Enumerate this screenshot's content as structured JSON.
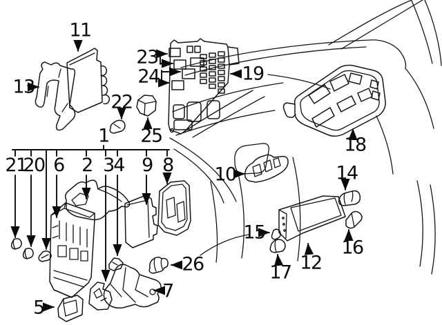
{
  "colors": {
    "background": "#ffffff",
    "ink": "#141414",
    "label": "#0b0b0b"
  },
  "assembly_group": {
    "label": "1",
    "members": [
      "21",
      "20",
      "6",
      "2",
      "3",
      "4",
      "9",
      "8"
    ]
  },
  "callouts": {
    "c1": {
      "number": "1"
    },
    "c2": {
      "number": "2"
    },
    "c3": {
      "number": "3"
    },
    "c4": {
      "number": "4"
    },
    "c5": {
      "number": "5"
    },
    "c6": {
      "number": "6"
    },
    "c7": {
      "number": "7"
    },
    "c8": {
      "number": "8"
    },
    "c9": {
      "number": "9"
    },
    "c10": {
      "number": "10"
    },
    "c11": {
      "number": "11"
    },
    "c12": {
      "number": "12"
    },
    "c13": {
      "number": "13"
    },
    "c14": {
      "number": "14"
    },
    "c15": {
      "number": "15"
    },
    "c16": {
      "number": "16"
    },
    "c17": {
      "number": "17"
    },
    "c18": {
      "number": "18"
    },
    "c19": {
      "number": "19"
    },
    "c20": {
      "number": "20"
    },
    "c21": {
      "number": "21"
    },
    "c22": {
      "number": "22"
    },
    "c23": {
      "number": "23"
    },
    "c24": {
      "number": "24"
    },
    "c25": {
      "number": "25"
    },
    "c26": {
      "number": "26"
    }
  }
}
